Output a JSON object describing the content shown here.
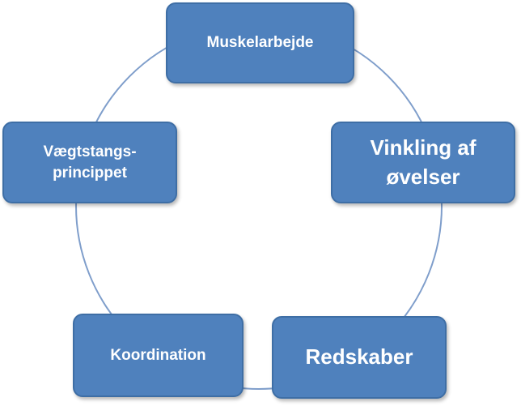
{
  "diagram": {
    "nodes": [
      {
        "id": "muskelarbejde",
        "label": "Muskelarbejde"
      },
      {
        "id": "vinkling",
        "label": "Vinkling  af\nøvelser"
      },
      {
        "id": "redskaber",
        "label": "Redskaber"
      },
      {
        "id": "koordination",
        "label": "Koordination"
      },
      {
        "id": "vaegtstang",
        "label": "Vægtstangs-\nprincippet"
      }
    ],
    "colors": {
      "node_fill": "#4f81bd",
      "node_border": "#3e6ea5",
      "ring": "#7f9ecb",
      "text": "#ffffff"
    }
  }
}
